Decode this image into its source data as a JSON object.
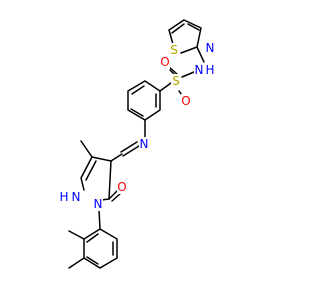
{
  "colors": {
    "background": "#ffffff",
    "bond": "#000000",
    "S": "#b5a400",
    "N": "#0000ff",
    "O": "#ff0000",
    "carbon": "#000000"
  },
  "atoms": {
    "thiazole_S": "S",
    "thiazole_N": "N",
    "sulfonamide_N": "N",
    "sulfonamide_H": "H",
    "sulfonyl_S": "S",
    "sulfonyl_O1": "O",
    "sulfonyl_O2": "O",
    "imine_N": "N",
    "pyrazole_NH_H": "H",
    "pyrazole_NH_N": "N",
    "pyrazole_N1": "N",
    "carbonyl_O": "O"
  }
}
